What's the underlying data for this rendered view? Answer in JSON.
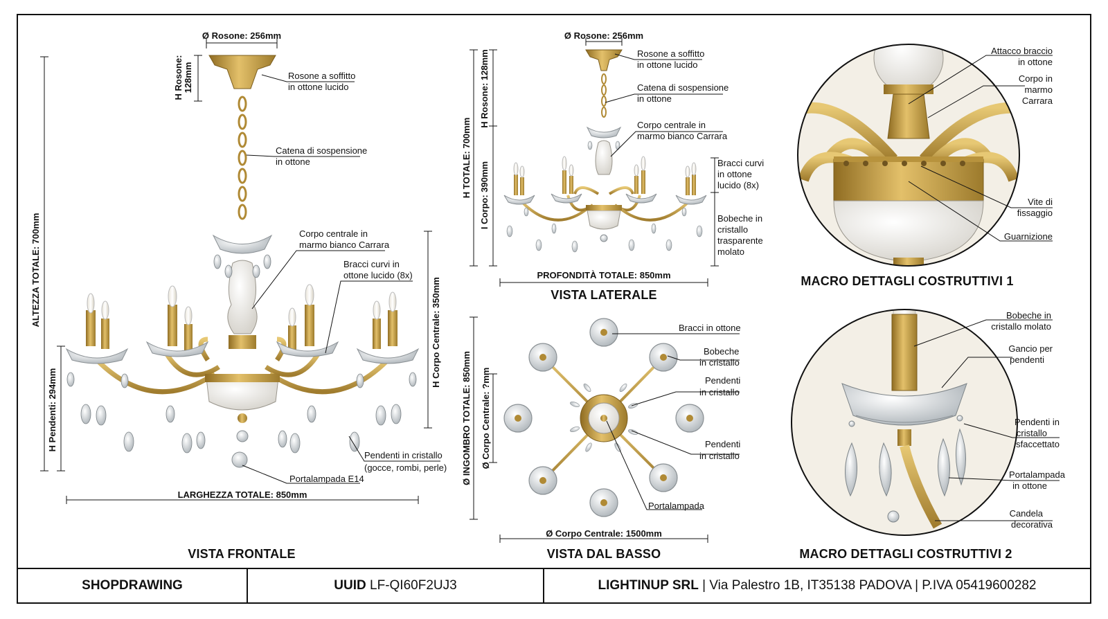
{
  "views": {
    "front": {
      "title": "VISTA FRONTALE",
      "dims": {
        "rosone_d": "Ø Rosone: 256mm",
        "h_rosone": "H Rosone:",
        "h_rosone_val": "128mm",
        "altezza": "ALTEZZA TOTALE: 700mm",
        "h_pendenti": "H Pendenti: 294mm",
        "h_corpo": "H Corpo Centrale: 350mm",
        "larghezza": "LARGHEZZA TOTALE: 850mm"
      },
      "callouts": {
        "rosone_1": "Rosone a soffitto",
        "rosone_2": "in ottone lucido",
        "catena_1": "Catena di sospensione",
        "catena_2": "in ottone",
        "corpo_1": "Corpo centrale in",
        "corpo_2": "marmo bianco Carrara",
        "bracci_1": "Bracci curvi in",
        "bracci_2": "ottone lucido (8x)",
        "pendenti_1": "Pendenti in cristallo",
        "pendenti_2": "(gocce, rombi, perle)",
        "portalampada": "Portalampada E14"
      }
    },
    "side": {
      "title": "VISTA LATERALE",
      "dims": {
        "rosone_d": "Ø Rosone: 256mm",
        "h_rosone": "H Rosone: 128mm",
        "h_totale": "H TOTALE: 700mm",
        "i_corpo": "I Corpo: 390mm",
        "profondita": "PROFONDITÀ TOTALE: 850mm"
      },
      "callouts": {
        "rosone_1": "Rosone a soffitto",
        "rosone_2": "in ottone lucido",
        "catena_1": "Catena di sospensione",
        "catena_2": "in ottone",
        "corpo_1": "Corpo centrale in",
        "corpo_2": "marmo bianco Carrara",
        "bracci_1": "Bracci curvi",
        "bracci_2": "in ottone",
        "bracci_3": "lucido (8x)",
        "bobeche_1": "Bobeche in",
        "bobeche_2": "cristallo",
        "bobeche_3": "trasparente",
        "bobeche_4": "molato"
      }
    },
    "bottom": {
      "title": "VISTA DAL BASSO",
      "dims": {
        "ingombro": "Ø INGOMBRO TOTALE: 850mm",
        "corpo_v": "Ø Corpo Centrale: ?mm",
        "corpo_h": "Ø Corpo Centrale: 1500mm"
      },
      "callouts": {
        "bracci": "Bracci in ottone",
        "bobeche_1": "Bobeche",
        "bobeche_2": "in cristallo",
        "pendenti_a1": "Pendenti",
        "pendenti_a2": "in cristallo",
        "pendenti_b1": "Pendenti",
        "pendenti_b2": "in cristallo",
        "portalampada": "Portalampada"
      }
    },
    "macro1": {
      "title": "MACRO DETTAGLI COSTRUTTIVI 1",
      "callouts": {
        "attacco_1": "Attacco braccio",
        "attacco_2": "in ottone",
        "corpo_1": "Corpo in",
        "corpo_2": "marmo",
        "corpo_3": "Carrara",
        "vite_1": "Vite di",
        "vite_2": "fissaggio",
        "guarnizione": "Guarnizione"
      }
    },
    "macro2": {
      "title": "MACRO DETTAGLI COSTRUTTIVI 2",
      "callouts": {
        "bobeche_1": "Bobeche in",
        "bobeche_2": "cristallo molato",
        "gancio_1": "Gancio per",
        "gancio_2": "pendenti",
        "pendenti_1": "Pendenti in",
        "pendenti_2": "cristallo",
        "pendenti_3": "sfaccettato",
        "portalampada_1": "Portalampada",
        "portalampada_2": "in ottone",
        "candela_1": "Candela",
        "candela_2": "decorativa"
      }
    }
  },
  "footer": {
    "left": "SHOPDRAWING",
    "uuid_label": "UUID",
    "uuid_value": "LF-QI60F2UJ3",
    "company": "LIGHTINUP SRL",
    "address": "| Via Palestro 1B, IT35138 PADOVA | P.IVA 05419600282"
  },
  "colors": {
    "brass": "#c9a24a",
    "brass_dark": "#9c7a2c",
    "marble": "#f2f0ec",
    "crystal": "#d9dde0",
    "line": "#111111"
  }
}
